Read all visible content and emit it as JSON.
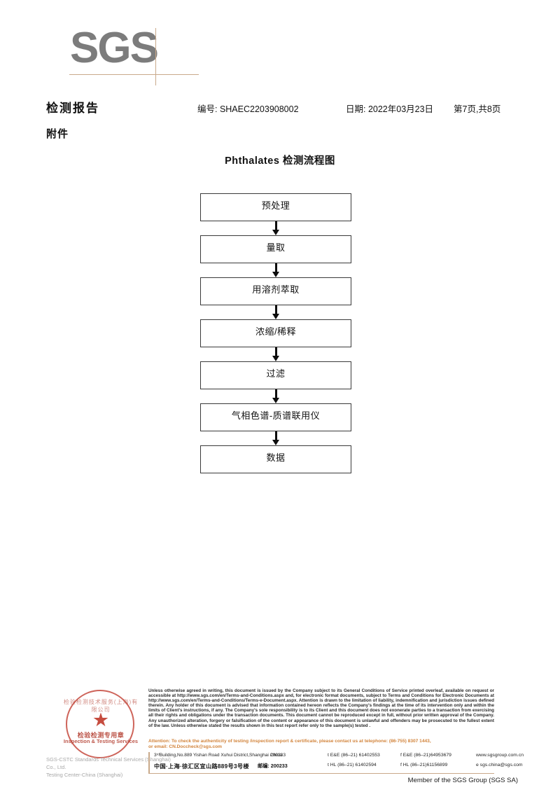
{
  "logo": {
    "text": "SGS"
  },
  "header": {
    "doc_title": "检测报告",
    "report_no": "编号: SHAEC2203908002",
    "date": "日期: 2022年03月23日",
    "page": "第7页,共8页",
    "attachment_label": "附件"
  },
  "flowchart": {
    "title": "Phthalates 检测流程图",
    "nodes": [
      {
        "label": "预处理"
      },
      {
        "label": "量取"
      },
      {
        "label": "用溶剂萃取"
      },
      {
        "label": "浓缩/稀释"
      },
      {
        "label": "过滤"
      },
      {
        "label": "气相色谱-质谱联用仪"
      },
      {
        "label": "数据"
      }
    ]
  },
  "stamp": {
    "arc_top": "检验检测技术服务(上海)有限公司",
    "cn_text": "检验检测专用章",
    "en_text": "Inspection & Testing Services",
    "star": "★"
  },
  "footer": {
    "company_line1": "SGS-CSTC Standards Technical Services (Shanghai) Co., Ltd.",
    "company_line2": "Testing Center-China (Shanghai)",
    "legal": "Unless otherwise agreed in writing, this document is issued by the Company subject to its General Conditions of Service printed overleaf, available on request or accessible at http://www.sgs.com/en/Terms-and-Conditions.aspx and, for electronic format documents, subject to Terms and Conditions for Electronic Documents at http://www.sgs.com/en/Terms-and-Conditions/Terms-e-Document.aspx. Attention is drawn to the limitation of liability, indemnification and jurisdiction issues defined therein. Any holder of this document is advised that information contained hereon reflects the Company's findings at the time of its intervention only and within the limits of Client's instructions, if any. The Company's sole responsibility is to its Client and this document does not exonerate parties to a transaction from exercising all their rights and obligations under the transaction documents. This document cannot be reproduced except in full, without prior written approval of the Company. Any unauthorized alteration, forgery or falsification of the content or appearance of this document is unlawful and offenders may be prosecuted to the fullest extent of the law. Unless otherwise stated the results shown in this test report refer only to the sample(s) tested .",
    "attention_line1": "Attention: To check the authenticity of testing /inspection report & certificate, please contact us at telephone: (86-755) 8307 1443,",
    "attention_line2": "or email: CN.Doccheck@sgs.com",
    "address_en": "3ʳᵈBuilding,No.889 Yishan Road Xuhui District,Shanghai China",
    "address_cn": "中国·上海·徐汇区宜山路889号3号楼",
    "zip_en": "200233",
    "zip_cn": "邮编: 200233",
    "tel_en": "t E&E (86–21) 61402553",
    "fax_en": "f E&E (86–21)64953679",
    "web": "www.sgsgroup.com.cn",
    "tel_cn": "t HL (86–21) 61402594",
    "fax_cn": "f HL (86–21)61156899",
    "email": "e  sgs.china@sgs.com",
    "member": "Member of the SGS Group (SGS SA)"
  },
  "colors": {
    "logo_gray": "#7c7c7c",
    "rule_tan": "#c9a98a",
    "attention_orange": "#d2843c",
    "stamp_red": "#c0392b"
  }
}
